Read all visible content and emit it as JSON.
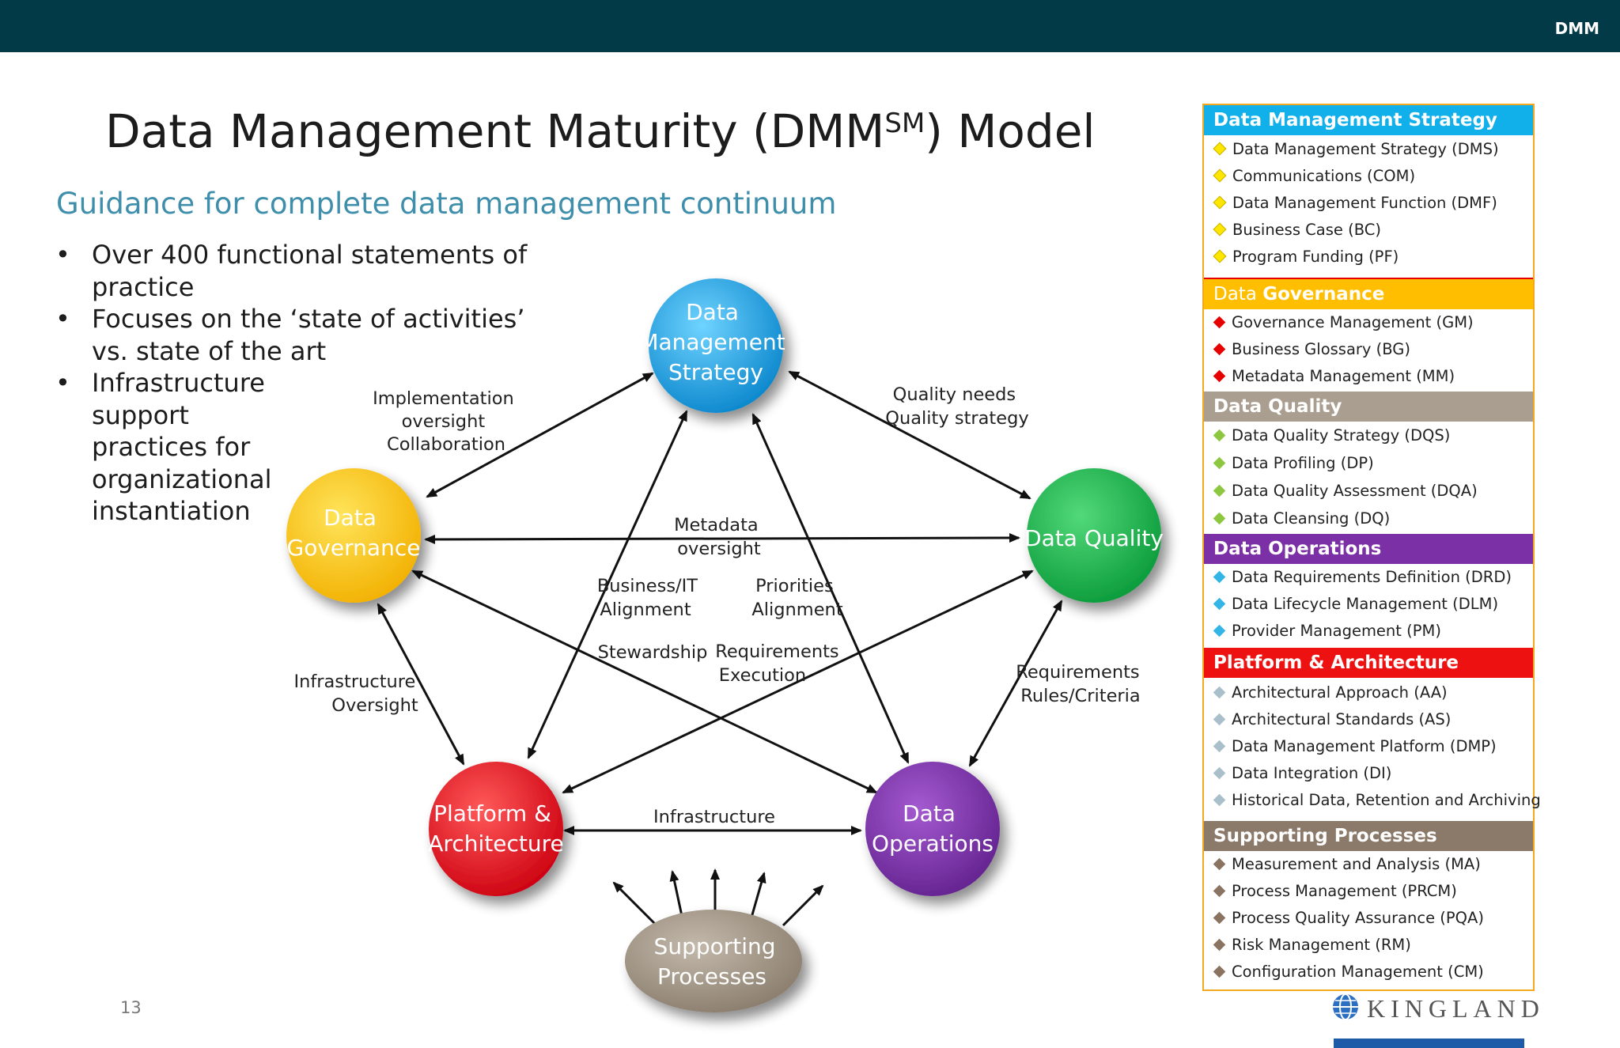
{
  "header": {
    "tag": "DMM"
  },
  "slide": {
    "title_pre": "Data Management Maturity (DMM",
    "title_sup": "SM",
    "title_post": ") Model",
    "subtitle": "Guidance for complete data management continuum",
    "bullets": [
      "Over 400 functional statements of practice",
      "Focuses on the ‘state of activities’ vs. state of the art",
      "Infrastructure support practices for organizational instantiation"
    ],
    "page_number": "13"
  },
  "diagram": {
    "nodes": {
      "dms": [
        "Data",
        "Management",
        "Strategy"
      ],
      "dg": [
        "Data",
        "Governance"
      ],
      "dq": [
        "Data Quality"
      ],
      "pa": [
        "Platform &",
        "Architecture"
      ],
      "do": [
        "Data",
        "Operations"
      ],
      "sp": [
        "Supporting",
        "Processes"
      ]
    },
    "edge_labels": {
      "impl": [
        "Implementation",
        "oversight",
        "Collaboration"
      ],
      "quality": [
        "Quality needs",
        "Quality strategy"
      ],
      "metadata": [
        "Metadata",
        "oversight"
      ],
      "business": [
        "Business/IT",
        "Alignment"
      ],
      "priorities": [
        "Priorities",
        "Alignment"
      ],
      "stewardship": [
        "Stewardship"
      ],
      "requirements_exec": [
        "Requirements",
        "Execution"
      ],
      "infra_oversight": [
        "Infrastructure",
        "Oversight"
      ],
      "requirements_rules": [
        "Requirements",
        "Rules/Criteria"
      ],
      "infrastructure": [
        "Infrastructure"
      ]
    },
    "colors": {
      "dms": "#1aa7e8",
      "dg": "#ffc400",
      "dq": "#16b24b",
      "pa": "#e8121b",
      "do": "#7b2fa8",
      "sp": "#9e9283"
    }
  },
  "legend": {
    "sections": [
      {
        "title": "Data Management Strategy",
        "color": "#12b0ea",
        "icon": "yellow-diamond-icon",
        "items": [
          "Data Management Strategy (DMS)",
          "Communications (COM)",
          "Data Management Function (DMF)",
          "Business Case (BC)",
          "Program Funding (PF)"
        ]
      },
      {
        "title_normal": "Data ",
        "title_bold": "Governance",
        "color": "#ffbf00",
        "icon": "red-diamond-icon",
        "items": [
          "Governance Management (GM)",
          "Business Glossary (BG)",
          "Metadata Management (MM)"
        ]
      },
      {
        "title": "Data Quality",
        "color": "#aa9e90",
        "icon": "green-diamond-icon",
        "items": [
          "Data Quality Strategy (DQS)",
          "Data Profiling (DP)",
          "Data Quality Assessment (DQA)",
          "Data Cleansing (DQ)"
        ]
      },
      {
        "title": "Data Operations",
        "color": "#7b30a6",
        "icon": "blue-diamond-icon",
        "items": [
          "Data Requirements Definition (DRD)",
          "Data Lifecycle Management (DLM)",
          "Provider Management (PM)"
        ]
      },
      {
        "title": "Platform & Architecture",
        "color": "#ee1111",
        "icon": "grey-diamond-icon",
        "items": [
          "Architectural Approach (AA)",
          "Architectural Standards (AS)",
          "Data Management Platform (DMP)",
          "Data Integration (DI)",
          "Historical Data, Retention and Archiving"
        ]
      },
      {
        "title": "Supporting Processes",
        "color": "#8b7a6a",
        "icon": "brown-diamond-icon",
        "items": [
          "Measurement and Analysis (MA)",
          "Process Management (PRCM)",
          "Process Quality Assurance (PQA)",
          "Risk Management (RM)",
          "Configuration Management (CM)"
        ]
      }
    ]
  },
  "brand": {
    "logo_text": "KINGLAND"
  }
}
